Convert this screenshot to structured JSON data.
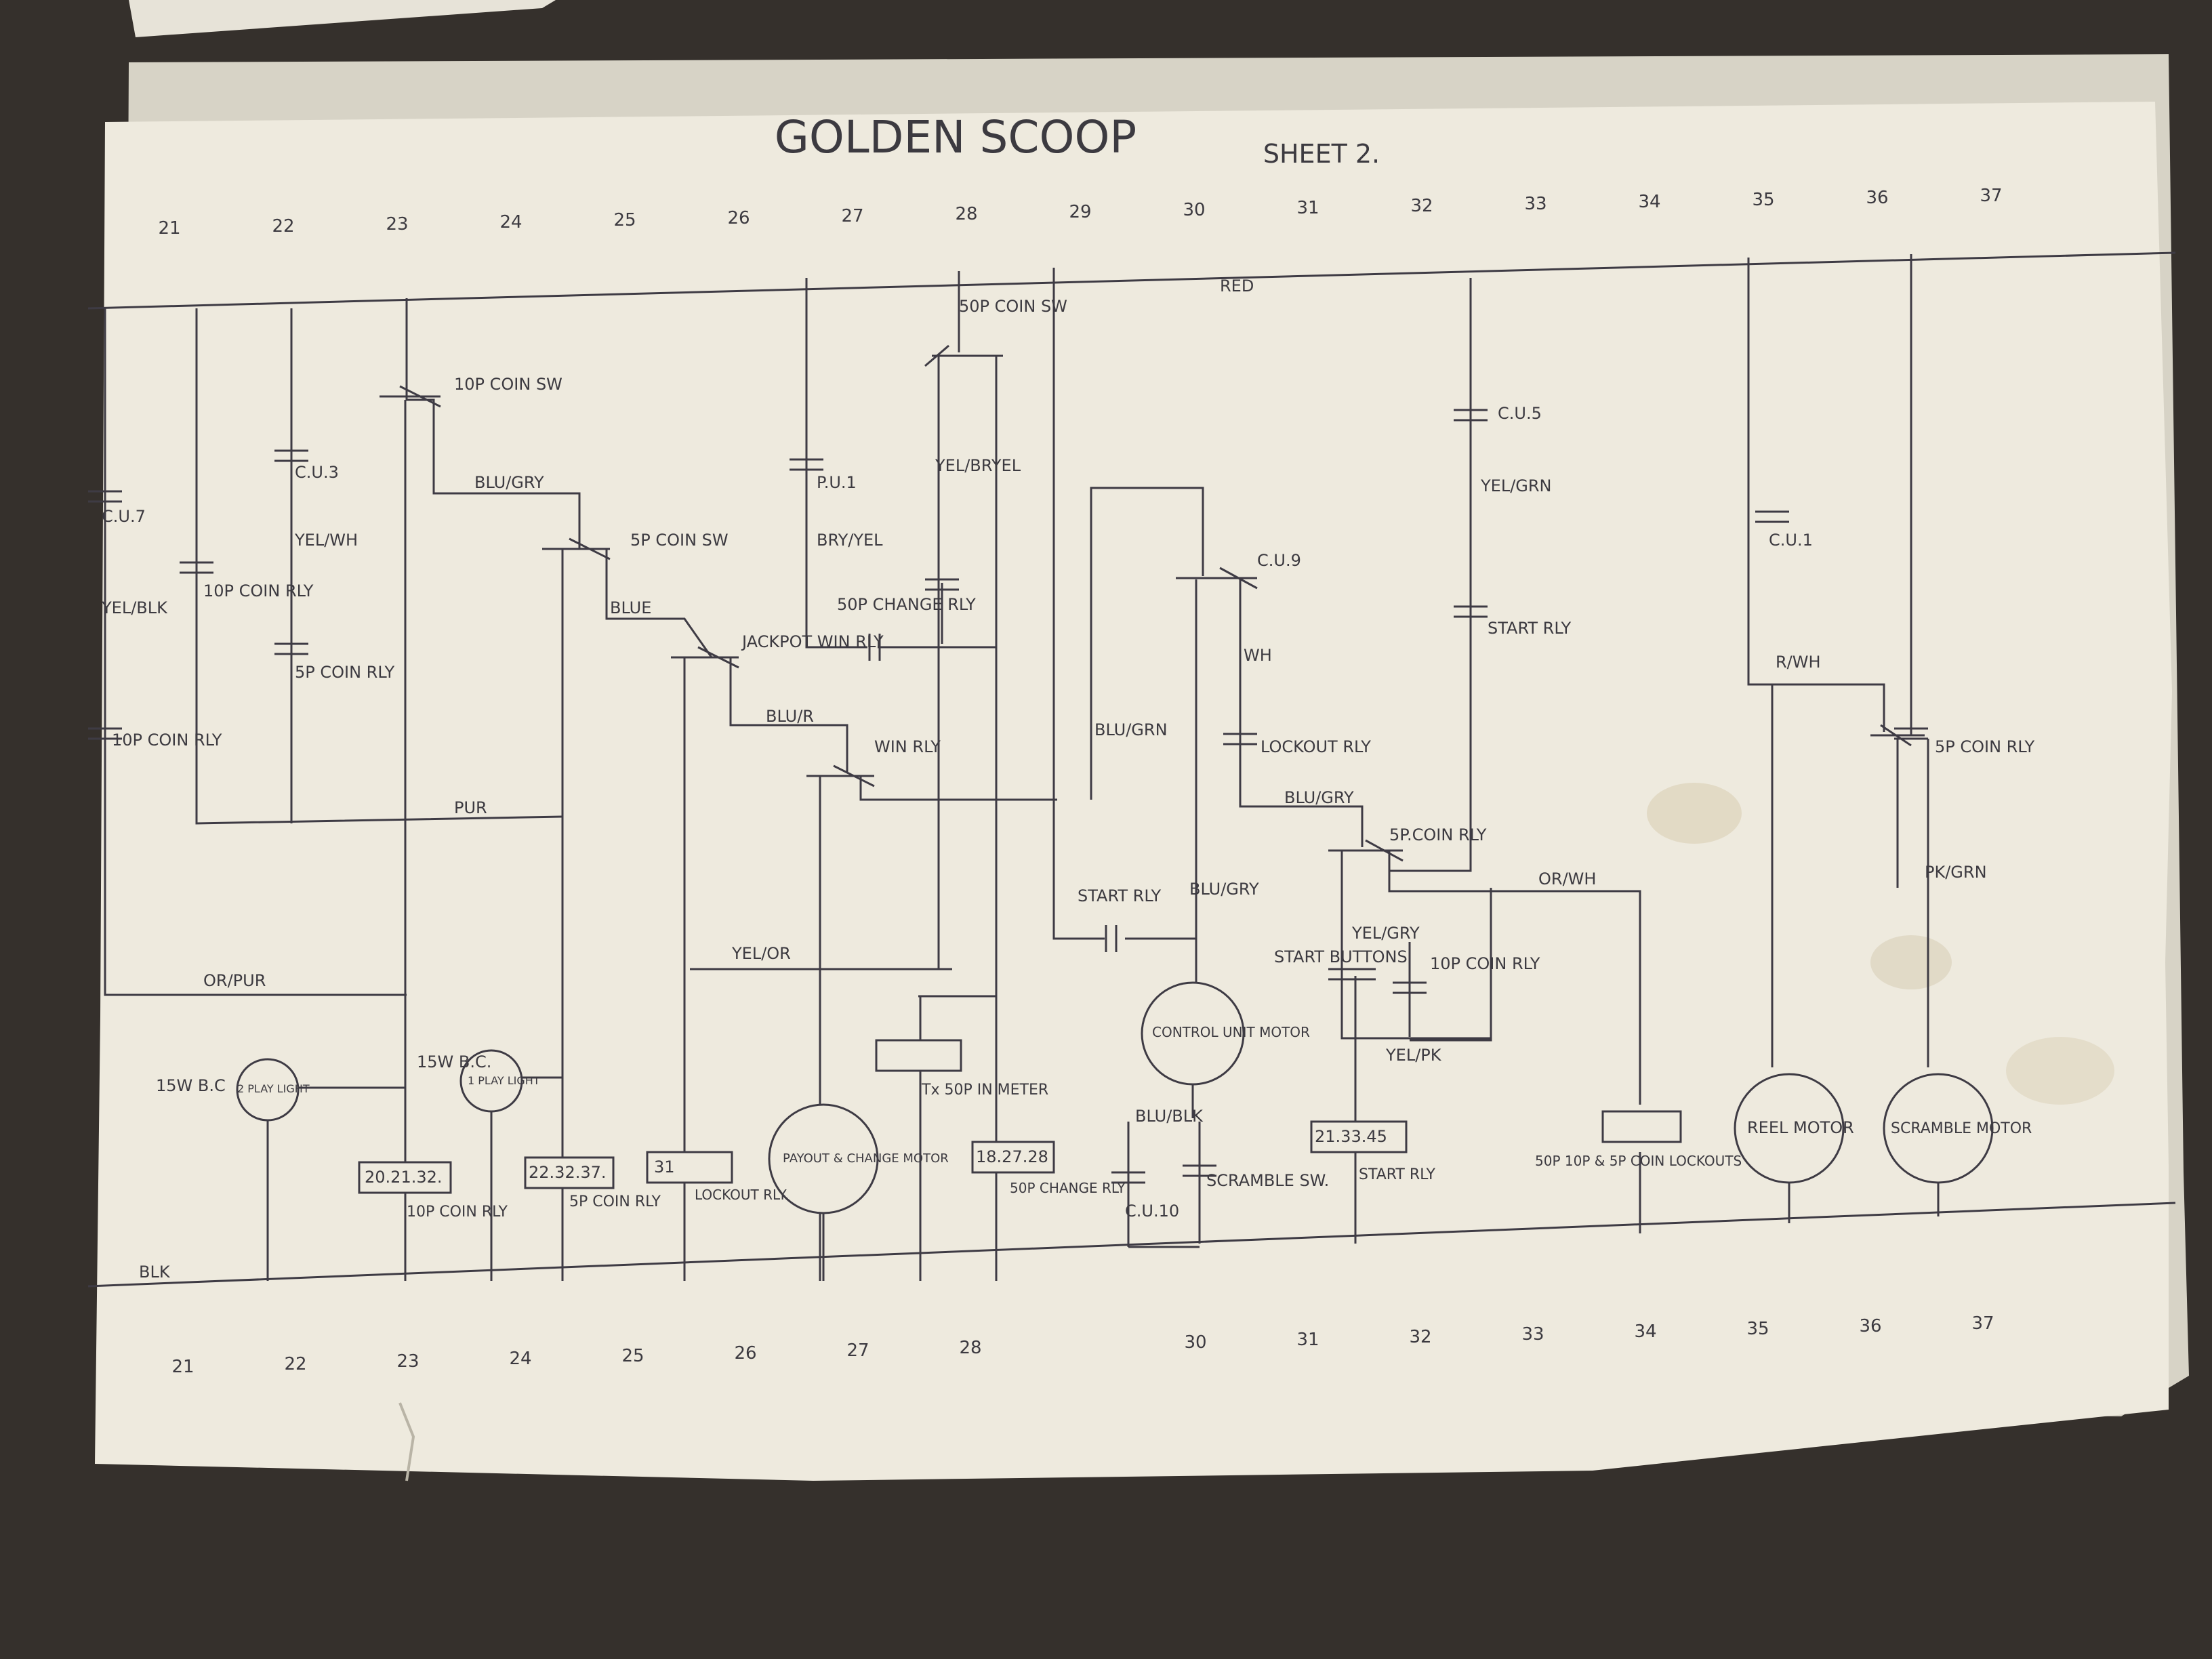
{
  "header": {
    "title": "GOLDEN SCOOP",
    "sheet": "SHEET 2."
  },
  "columns": {
    "top": [
      "21",
      "22",
      "23",
      "24",
      "25",
      "26",
      "27",
      "28",
      "29",
      "30",
      "31",
      "32",
      "33",
      "34",
      "35",
      "36",
      "37"
    ],
    "bottom": [
      "21",
      "22",
      "23",
      "24",
      "25",
      "26",
      "27",
      "28",
      "",
      "30",
      "31",
      "32",
      "33",
      "34",
      "35",
      "36",
      "37"
    ]
  },
  "rails": {
    "top": "RED",
    "bottom": "BLK"
  },
  "contacts": {
    "cu7": "C.U.7",
    "cu3": "C.U.3",
    "coin10rly_a": "10P COIN RLY",
    "coin10rly_b": "10P COIN RLY",
    "coin5rly_a": "5P COIN RLY",
    "coin10sw": "10P COIN SW",
    "coin5sw": "5P COIN SW",
    "pu1": "P.U.1",
    "coin50sw": "50P COIN SW",
    "change50rly": "50P CHANGE RLY",
    "jackpot": "JACKPOT WIN RLY",
    "winrly": "WIN RLY",
    "cu9": "C.U.9",
    "lockout": "LOCKOUT RLY",
    "coin5rly_b": "5P.COIN RLY",
    "startrly_a": "START RLY",
    "startbtns": "START BUTTONS",
    "coin10rly_c": "10P COIN RLY",
    "cu5": "C.U.5",
    "startrly_b": "START RLY",
    "cu1": "C.U.1",
    "coin5rly_c": "5P COIN RLY",
    "cu10": "C.U.10",
    "scramble_sw": "SCRAMBLE SW."
  },
  "wires": {
    "yel_blk": "YEL/BLK",
    "yel_wh": "YEL/WH",
    "blu_gry_a": "BLU/GRY",
    "blue": "BLUE",
    "blu_r": "BLU/R",
    "bry_yel": "BRY/YEL",
    "yel_bryel": "YEL/BRYEL",
    "pur": "PUR",
    "or_pur": "OR/PUR",
    "yel_or": "YEL/OR",
    "blu_grn": "BLU/GRN",
    "wh": "WH",
    "blu_gry_b": "BLU/GRY",
    "blu_gry_c": "BLU/GRY",
    "yel_gry": "YEL/GRY",
    "yel_pk": "YEL/PK",
    "yel_grn": "YEL/GRN",
    "or_wh": "OR/WH",
    "r_wh": "R/WH",
    "pk_grn": "PK/GRN",
    "blu_blk": "BLU/BLK"
  },
  "components": {
    "bc1": "15W B.C",
    "play2": "2 PLAY LIGHT",
    "bc2": "15W B.C.",
    "play1": "1 PLAY LIGHT",
    "payout": "PAYOUT & CHANGE MOTOR",
    "meter": "Tx 50P IN METER",
    "control": "CONTROL UNIT MOTOR",
    "reel": "REEL MOTOR",
    "scramble": "SCRAMBLE MOTOR",
    "coin_lockouts": "50P 10P & 5P COIN LOCKOUTS"
  },
  "boxes": {
    "b1": "20.21.32.",
    "b2": "22.32.37.",
    "b3": "31",
    "b4": "18.27.28",
    "b5": "21.33.45"
  },
  "box_labels": {
    "b1": "10P COIN RLY",
    "b2": "5P COIN RLY",
    "b3": "LOCKOUT RLY",
    "b4": "50P CHANGE RLY",
    "b5": "START RLY"
  }
}
